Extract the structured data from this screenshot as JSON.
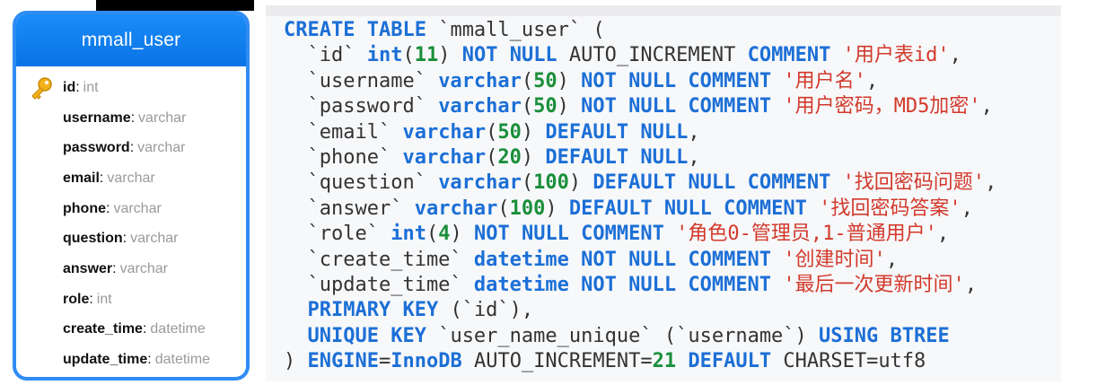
{
  "table": {
    "name": "mmall_user",
    "fields": [
      {
        "name": "id",
        "type": "int",
        "key": true
      },
      {
        "name": "username",
        "type": "varchar"
      },
      {
        "name": "password",
        "type": "varchar"
      },
      {
        "name": "email",
        "type": "varchar"
      },
      {
        "name": "phone",
        "type": "varchar"
      },
      {
        "name": "question",
        "type": "varchar"
      },
      {
        "name": "answer",
        "type": "varchar"
      },
      {
        "name": "role",
        "type": "int"
      },
      {
        "name": "create_time",
        "type": "datetime"
      },
      {
        "name": "update_time",
        "type": "datetime"
      }
    ]
  },
  "colors": {
    "header": "#0a73e6",
    "border": "#2f8cf4",
    "keyword": "#1c6fd6",
    "number": "#1a8f3a",
    "string": "#d2392b"
  },
  "sql": {
    "lines": [
      [
        {
          "t": "kw",
          "s": "CREATE TABLE"
        },
        {
          "t": "plain",
          "s": " `mmall_user` ("
        }
      ],
      [
        {
          "t": "plain",
          "s": "  `id` "
        },
        {
          "t": "kw",
          "s": "int"
        },
        {
          "t": "plain",
          "s": "("
        },
        {
          "t": "num",
          "s": "11"
        },
        {
          "t": "plain",
          "s": ") "
        },
        {
          "t": "kw",
          "s": "NOT NULL"
        },
        {
          "t": "plain",
          "s": " AUTO_INCREMENT "
        },
        {
          "t": "kw",
          "s": "COMMENT"
        },
        {
          "t": "plain",
          "s": " "
        },
        {
          "t": "str",
          "s": "'用户表id'"
        },
        {
          "t": "plain",
          "s": ","
        }
      ],
      [
        {
          "t": "plain",
          "s": "  `username` "
        },
        {
          "t": "kw",
          "s": "varchar"
        },
        {
          "t": "plain",
          "s": "("
        },
        {
          "t": "num",
          "s": "50"
        },
        {
          "t": "plain",
          "s": ") "
        },
        {
          "t": "kw",
          "s": "NOT NULL COMMENT"
        },
        {
          "t": "plain",
          "s": " "
        },
        {
          "t": "str",
          "s": "'用户名'"
        },
        {
          "t": "plain",
          "s": ","
        }
      ],
      [
        {
          "t": "plain",
          "s": "  `password` "
        },
        {
          "t": "kw",
          "s": "varchar"
        },
        {
          "t": "plain",
          "s": "("
        },
        {
          "t": "num",
          "s": "50"
        },
        {
          "t": "plain",
          "s": ") "
        },
        {
          "t": "kw",
          "s": "NOT NULL COMMENT"
        },
        {
          "t": "plain",
          "s": " "
        },
        {
          "t": "str",
          "s": "'用户密码，MD5加密'"
        },
        {
          "t": "plain",
          "s": ","
        }
      ],
      [
        {
          "t": "plain",
          "s": "  `email` "
        },
        {
          "t": "kw",
          "s": "varchar"
        },
        {
          "t": "plain",
          "s": "("
        },
        {
          "t": "num",
          "s": "50"
        },
        {
          "t": "plain",
          "s": ") "
        },
        {
          "t": "kw",
          "s": "DEFAULT NULL"
        },
        {
          "t": "plain",
          "s": ","
        }
      ],
      [
        {
          "t": "plain",
          "s": "  `phone` "
        },
        {
          "t": "kw",
          "s": "varchar"
        },
        {
          "t": "plain",
          "s": "("
        },
        {
          "t": "num",
          "s": "20"
        },
        {
          "t": "plain",
          "s": ") "
        },
        {
          "t": "kw",
          "s": "DEFAULT NULL"
        },
        {
          "t": "plain",
          "s": ","
        }
      ],
      [
        {
          "t": "plain",
          "s": "  `question` "
        },
        {
          "t": "kw",
          "s": "varchar"
        },
        {
          "t": "plain",
          "s": "("
        },
        {
          "t": "num",
          "s": "100"
        },
        {
          "t": "plain",
          "s": ") "
        },
        {
          "t": "kw",
          "s": "DEFAULT NULL COMMENT"
        },
        {
          "t": "plain",
          "s": " "
        },
        {
          "t": "str",
          "s": "'找回密码问题'"
        },
        {
          "t": "plain",
          "s": ","
        }
      ],
      [
        {
          "t": "plain",
          "s": "  `answer` "
        },
        {
          "t": "kw",
          "s": "varchar"
        },
        {
          "t": "plain",
          "s": "("
        },
        {
          "t": "num",
          "s": "100"
        },
        {
          "t": "plain",
          "s": ") "
        },
        {
          "t": "kw",
          "s": "DEFAULT NULL COMMENT"
        },
        {
          "t": "plain",
          "s": " "
        },
        {
          "t": "str",
          "s": "'找回密码答案'"
        },
        {
          "t": "plain",
          "s": ","
        }
      ],
      [
        {
          "t": "plain",
          "s": "  `role` "
        },
        {
          "t": "kw",
          "s": "int"
        },
        {
          "t": "plain",
          "s": "("
        },
        {
          "t": "num",
          "s": "4"
        },
        {
          "t": "plain",
          "s": ") "
        },
        {
          "t": "kw",
          "s": "NOT NULL COMMENT"
        },
        {
          "t": "plain",
          "s": " "
        },
        {
          "t": "str",
          "s": "'角色0-管理员,1-普通用户'"
        },
        {
          "t": "plain",
          "s": ","
        }
      ],
      [
        {
          "t": "plain",
          "s": "  `create_time` "
        },
        {
          "t": "kw",
          "s": "datetime NOT NULL COMMENT"
        },
        {
          "t": "plain",
          "s": " "
        },
        {
          "t": "str",
          "s": "'创建时间'"
        },
        {
          "t": "plain",
          "s": ","
        }
      ],
      [
        {
          "t": "plain",
          "s": "  `update_time` "
        },
        {
          "t": "kw",
          "s": "datetime NOT NULL COMMENT"
        },
        {
          "t": "plain",
          "s": " "
        },
        {
          "t": "str",
          "s": "'最后一次更新时间'"
        },
        {
          "t": "plain",
          "s": ","
        }
      ],
      [
        {
          "t": "plain",
          "s": "  "
        },
        {
          "t": "kw",
          "s": "PRIMARY KEY"
        },
        {
          "t": "plain",
          "s": " (`id`),"
        }
      ],
      [
        {
          "t": "plain",
          "s": "  "
        },
        {
          "t": "kw",
          "s": "UNIQUE KEY"
        },
        {
          "t": "plain",
          "s": " `user_name_unique` (`username`) "
        },
        {
          "t": "kw",
          "s": "USING BTREE"
        }
      ],
      [
        {
          "t": "plain",
          "s": ") "
        },
        {
          "t": "kw",
          "s": "ENGINE"
        },
        {
          "t": "plain",
          "s": "="
        },
        {
          "t": "kw",
          "s": "InnoDB"
        },
        {
          "t": "plain",
          "s": " AUTO_INCREMENT="
        },
        {
          "t": "num",
          "s": "21"
        },
        {
          "t": "plain",
          "s": " "
        },
        {
          "t": "kw",
          "s": "DEFAULT"
        },
        {
          "t": "plain",
          "s": " CHARSET=utf8"
        }
      ]
    ]
  }
}
